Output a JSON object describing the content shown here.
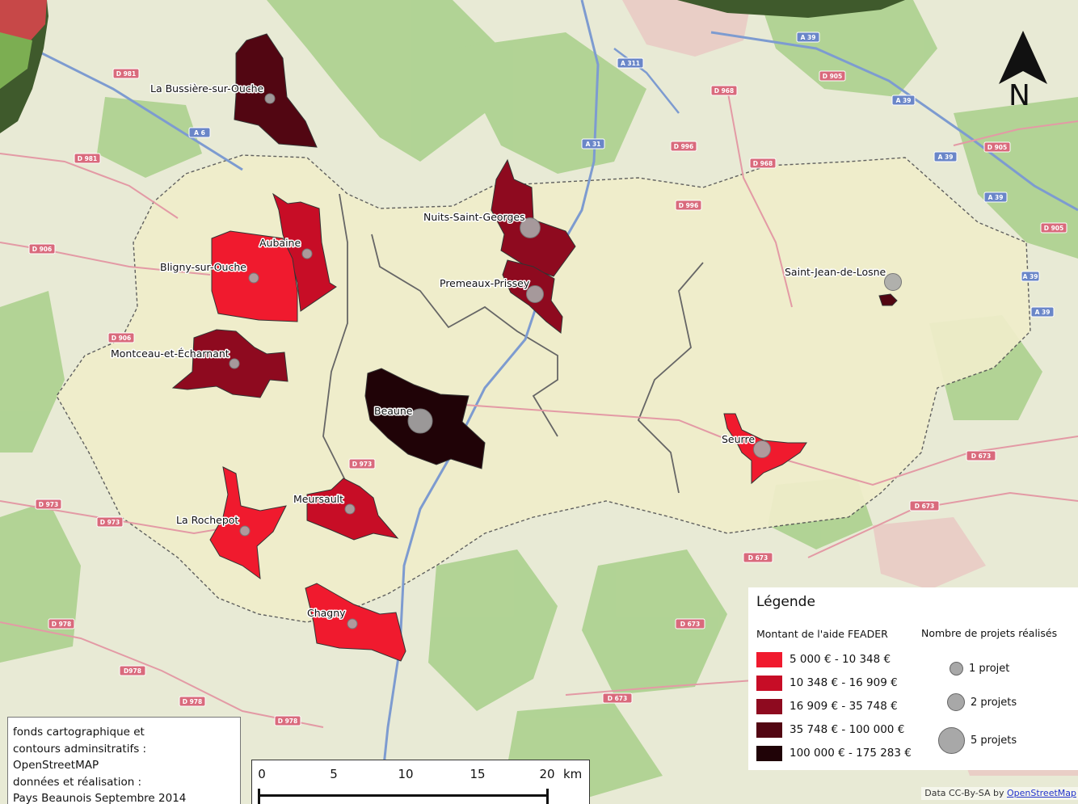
{
  "map": {
    "communes": [
      {
        "name": "La Bussière-sur-Ouche",
        "class": 3
      },
      {
        "name": "Aubaine",
        "class": 1
      },
      {
        "name": "Bligny-sur-Ouche",
        "class": 0
      },
      {
        "name": "Montceau-et-Écharnant",
        "class": 2
      },
      {
        "name": "Nuits-Saint-Georges",
        "class": 2
      },
      {
        "name": "Premeaux-Prissey",
        "class": 2
      },
      {
        "name": "Beaune",
        "class": 4
      },
      {
        "name": "La Rochepot",
        "class": 0
      },
      {
        "name": "Meursault",
        "class": 1
      },
      {
        "name": "Chagny",
        "class": 0
      },
      {
        "name": "Seurre",
        "class": 0
      },
      {
        "name": "Saint-Jean-de-Losne",
        "class": 3
      }
    ],
    "road_shields": [
      "D 981",
      "A 6",
      "D 981",
      "D 906",
      "D 906",
      "D 973",
      "D 973",
      "D 973",
      "D 978",
      "D978",
      "D 978",
      "D 978",
      "A 31",
      "A 311",
      "A 39",
      "A 39",
      "D 905",
      "D 968",
      "D 996",
      "D 968",
      "D 996",
      "D 905",
      "A 39",
      "A 39",
      "D 905",
      "A 39",
      "A 39",
      "D 673",
      "D 673",
      "D 673",
      "D 673",
      "D 673"
    ]
  },
  "legend": {
    "title": "Légende",
    "choropleth_title": "Montant de l'aide FEADER",
    "classes": [
      {
        "label": "5 000 € - 10 348 €",
        "color": "#f01a2e"
      },
      {
        "label": "10 348 € - 16 909 €",
        "color": "#c70d26"
      },
      {
        "label": "16 909 € - 35 748 €",
        "color": "#8e0a1f"
      },
      {
        "label": "35 748 € - 100 000 €",
        "color": "#520612"
      },
      {
        "label": "100 000 € - 175 283 €",
        "color": "#200307"
      }
    ],
    "symbols_title": "Nombre de projets réalisés",
    "symbols": [
      {
        "label": "1 projet",
        "projects": 1
      },
      {
        "label": "2 projets",
        "projects": 2
      },
      {
        "label": "5 projets",
        "projects": 5
      }
    ]
  },
  "credits": {
    "lines": [
      "fonds cartographique et",
      "contours adminsitratifs :",
      "OpenStreetMAP",
      "données et réalisation :",
      "Pays Beaunois Septembre 2014"
    ]
  },
  "scalebar": {
    "ticks": [
      "0",
      "5",
      "10",
      "15",
      "20"
    ],
    "unit": "km"
  },
  "attribution": {
    "prefix": "Data CC-By-SA by ",
    "link": "OpenStreetMap"
  },
  "north": {
    "letter": "N"
  },
  "colors": {
    "boundary": "#555555",
    "symbol_fill": "#a8a8a8",
    "pays_fill": "#f0eecb"
  }
}
